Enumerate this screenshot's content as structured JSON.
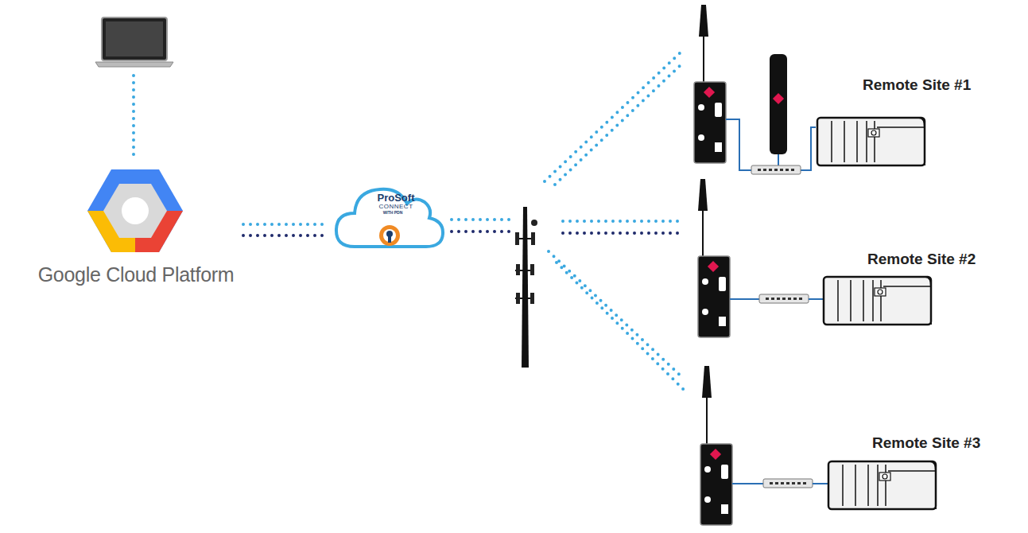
{
  "diagram": {
    "nodes": [
      {
        "text": [
          "Google Cloud Platform"
        ]
      },
      {
        "text": [
          "ProSoft",
          "CONNECT",
          "WITH PDN"
        ]
      },
      {
        "text": [
          "Remote Site #1"
        ]
      },
      {
        "text": [
          "Remote Site #2"
        ]
      },
      {
        "text": [
          "Remote Site #3"
        ]
      }
    ],
    "edges": [
      {
        "from": 0,
        "to": 1,
        "arrow": "none"
      }
    ]
  }
}
